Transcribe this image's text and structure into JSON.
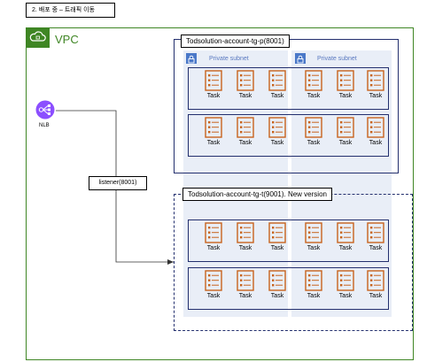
{
  "step_label": "2. 배포 중 – 트래픽 이동",
  "vpc": {
    "label": "VPC"
  },
  "nlb": {
    "label": "NLB"
  },
  "listener": {
    "label": "listener(8001)"
  },
  "subnets": [
    {
      "label": "Private subnet"
    },
    {
      "label": "Private subnet"
    }
  ],
  "target_groups": [
    {
      "title": "Todsolution-account-tg-p(8001)"
    },
    {
      "title": "Todsolution-account-tg-t(9001). New version"
    }
  ],
  "task_label": "Task",
  "colors": {
    "vpc_green": "#3f8624",
    "subnet_bg": "#e9eef7",
    "task_orange": "#c7631c",
    "nlb_purple": "#8c4fff",
    "group_border": "#232f6e"
  }
}
